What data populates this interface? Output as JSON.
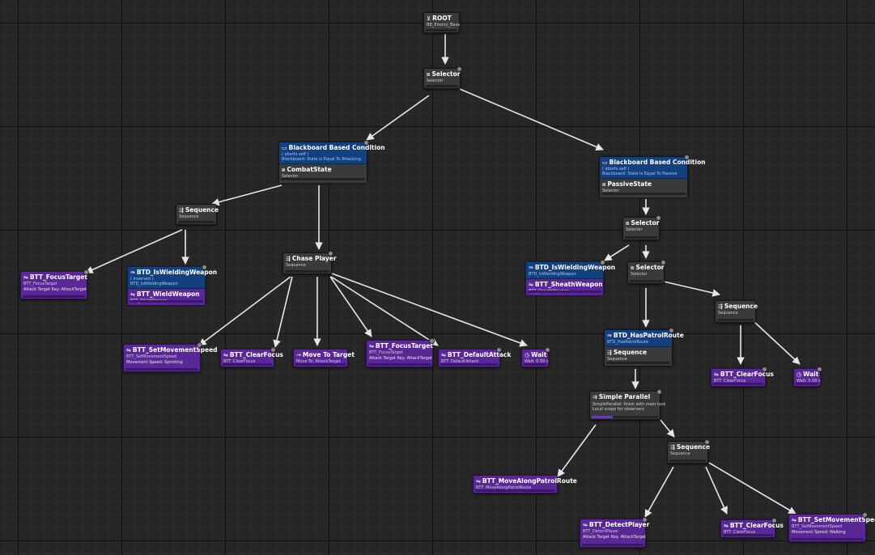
{
  "colors": {
    "background": "#262626",
    "composite": "#3a3a3a",
    "task": "#5a2896",
    "decorator": "#13407f",
    "wire": "#e6e6e6"
  },
  "nodes": {
    "root": {
      "title": "ROOT",
      "sub": "BB_Enemy_Base",
      "icon": "root-icon"
    },
    "selector_top": {
      "title": "Selector",
      "sub": "Selector",
      "icon": "selector-icon"
    },
    "combat": {
      "dec_title": "Blackboard Based Condition",
      "dec_abort": "( aborts self )",
      "dec_desc": "Blackboard: State is Equal To Attacking",
      "title": "CombatState",
      "sub": "Selector",
      "icon": "selector-icon"
    },
    "passive": {
      "dec_title": "Blackboard Based Condition",
      "dec_abort": "( aborts self )",
      "dec_desc": "Blackboard: State is Equal To Passive",
      "title": "PassiveState",
      "sub": "Selector",
      "icon": "selector-icon"
    },
    "seq_left": {
      "title": "Sequence",
      "sub": "Sequence",
      "icon": "sequence-icon"
    },
    "chase": {
      "title": "Chase Player",
      "sub": "Sequence",
      "icon": "sequence-icon"
    },
    "focus_l": {
      "title": "BTT_FocusTarget",
      "sub": "BTT_FocusTarget",
      "desc": "Attack Target Key: AttackTarget",
      "icon": "task-icon"
    },
    "wield": {
      "dec_title": "BTD_IsWieldingWeapon",
      "dec_abort": "( inversed )",
      "dec_desc": "BTD_IsWieldingWeapon",
      "title": "BTT_WieldWeapon",
      "sub": "BTT_WieldWeapon",
      "icon": "task-icon"
    },
    "setspeed_l": {
      "title": "BTT_SetMovementSpeed",
      "sub": "BTT_SetMovementSpeed",
      "desc": "Movement Speed: Sprinting",
      "icon": "task-icon"
    },
    "clearfocus_l": {
      "title": "BTT_ClearFocus",
      "sub": "BTT_ClearFocus",
      "icon": "task-icon"
    },
    "moveto": {
      "title": "Move To Target",
      "sub": "Move To: AttackTarget",
      "icon": "move-icon"
    },
    "focus_m": {
      "title": "BTT_FocusTarget",
      "sub": "BTT_FocusTarget",
      "desc": "Attack Target Key: AttackTarget",
      "icon": "task-icon"
    },
    "defattack": {
      "title": "BTT_DefaultAttack",
      "sub": "BTT_DefaultAttack",
      "icon": "task-icon"
    },
    "wait_l": {
      "title": "Wait",
      "sub": "Wait: 0.50 s",
      "icon": "wait-icon"
    },
    "selector_r1": {
      "title": "Selector",
      "sub": "Selector",
      "icon": "selector-icon"
    },
    "sheath": {
      "dec_title": "BTD_IsWieldingWeapon",
      "dec_desc": "BTD_IsWieldingWeapon",
      "title": "BTT_SheathWeapon",
      "sub": "BTT_SheathWeapon",
      "icon": "task-icon"
    },
    "selector_r2": {
      "title": "Selector",
      "sub": "Selector",
      "icon": "selector-icon"
    },
    "patrolroute": {
      "dec_title": "BTD_HasPatrolRoute",
      "dec_desc": "BTD_HasPatrolRoute",
      "title": "Sequence",
      "sub": "Sequence",
      "icon": "sequence-icon"
    },
    "seq_r": {
      "title": "Sequence",
      "sub": "Sequence",
      "icon": "sequence-icon"
    },
    "clearfocus_r": {
      "title": "BTT_ClearFocus",
      "sub": "BTT_ClearFocus",
      "icon": "task-icon"
    },
    "wait_r": {
      "title": "Wait",
      "sub": "Wait: 5.00 s",
      "icon": "wait-icon"
    },
    "parallel": {
      "title": "Simple Parallel",
      "sub": "SimpleParallel: finish with main task",
      "desc": "Local scope for observers",
      "icon": "parallel-icon"
    },
    "movepatrol": {
      "title": "BTT_MoveAlongPatrolRoute",
      "sub": "BTT_MoveAlongPatrolRoute",
      "icon": "task-icon"
    },
    "seq_b": {
      "title": "Sequence",
      "sub": "Sequence",
      "icon": "sequence-icon"
    },
    "detect": {
      "title": "BTT_DetectPlayer",
      "sub": "BTT_DetectPlayer",
      "desc": "Attack Target Key: AttackTarget",
      "icon": "task-icon"
    },
    "clearfocus_b": {
      "title": "BTT_ClearFocus",
      "sub": "BTT_ClearFocus",
      "icon": "task-icon"
    },
    "setspeed_b": {
      "title": "BTT_SetMovementSpeed",
      "sub": "BTT_SetMovementSpeed",
      "desc": "Movement Speed: Walking",
      "icon": "task-icon"
    }
  }
}
